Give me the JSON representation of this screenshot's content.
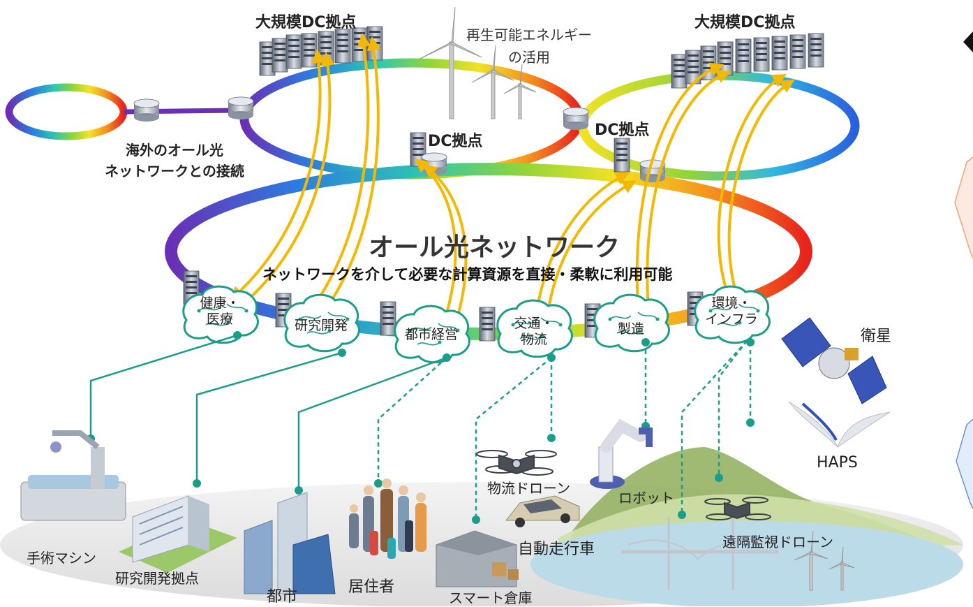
{
  "diagram": {
    "main_network": {
      "title": "オール光ネットワーク",
      "subtitle": "ネットワークを介して必要な計算資源を直接・柔軟に利用可能"
    },
    "overseas_link": "海外のオール光\nネットワークとの接続",
    "renewable": "再生可能エネルギー\nの活用",
    "dc_large_left": "大規模DC拠点",
    "dc_large_right": "大規模DC拠点",
    "dc_left": "DC拠点",
    "dc_right": "DC拠点",
    "brains": [
      {
        "label": "健康・\n医療"
      },
      {
        "label": "研究開発"
      },
      {
        "label": "都市経営"
      },
      {
        "label": "交通・\n物流"
      },
      {
        "label": "製造"
      },
      {
        "label": "環境・\nインフラ"
      }
    ],
    "endpoints": {
      "surgery": "手術マシン",
      "research_site": "研究開発拠点",
      "city": "都市",
      "residents": "居住者",
      "warehouse": "スマート倉庫",
      "logistics_drone": "物流ドローン",
      "autonomous_car": "自動走行車",
      "robot": "ロボット",
      "monitoring_drone": "遠隔監視ドローン",
      "satellite": "衛星",
      "haps": "HAPS"
    },
    "colors": {
      "arrow": "#f5b800",
      "link_line": "#1a9e8a",
      "ground": "#e8e8e8",
      "water": "#bcdbe8",
      "hill": "#8fae5a"
    }
  }
}
